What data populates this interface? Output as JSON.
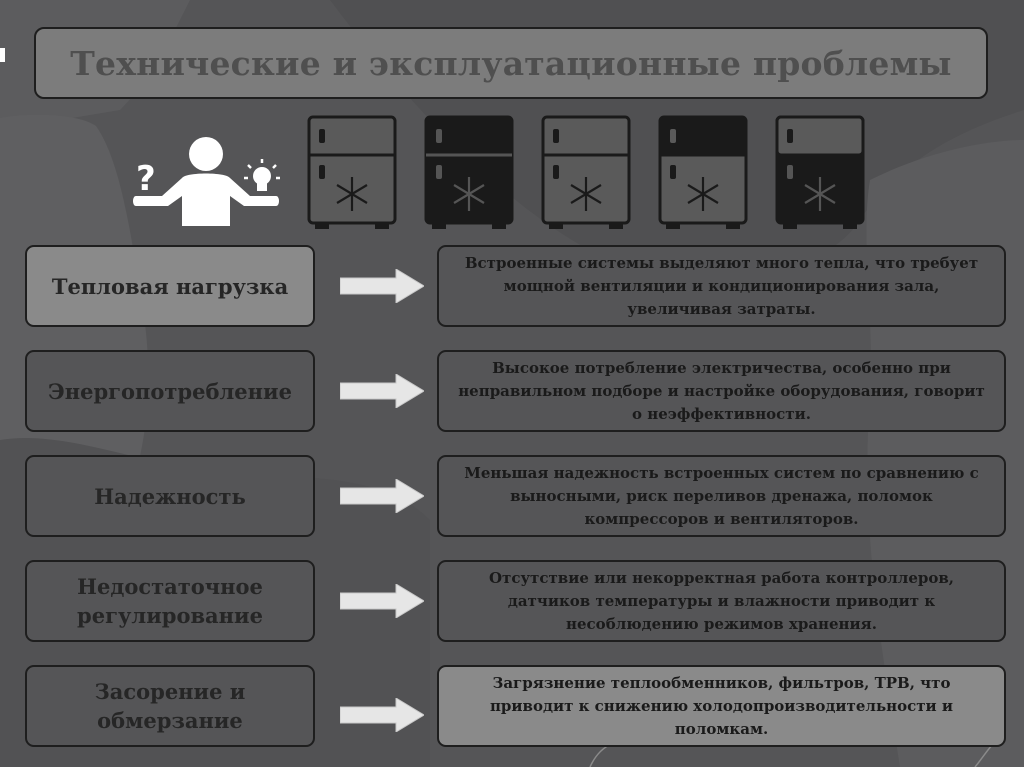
{
  "title": "Технические и эксплуатационные проблемы",
  "icons": {
    "person": "person-thinking-icon",
    "question": "question-mark-icon",
    "idea": "lightbulb-icon",
    "fridges": [
      "refrigerator-icon",
      "refrigerator-icon",
      "refrigerator-icon",
      "refrigerator-icon",
      "refrigerator-icon"
    ],
    "arrow": "right-arrow-icon"
  },
  "colors": {
    "background": "#555557",
    "title_box": "#7c7c7c",
    "highlight_box": "#8a8a8a",
    "box": "#555557",
    "border": "#1e1e1e",
    "arrow": "#e6e6e6"
  },
  "rows": [
    {
      "problem": "Тепловая нагрузка",
      "description": "Встроенные системы выделяют много тепла, что требует мощной вентиляции и кондиционирования зала, увеличивая затраты."
    },
    {
      "problem": "Энергопотребление",
      "description": "Высокое потребление электричества, особенно при неправильном подборе и настройке оборудования, говорит о неэффективности."
    },
    {
      "problem": "Надежность",
      "description": "Меньшая надежность встроенных систем по сравнению с выносными, риск переливов дренажа, поломок компрессоров и вентиляторов."
    },
    {
      "problem": "Недостаточное\nрегулирование",
      "description": "Отсутствие или некорректная работа контроллеров, датчиков температуры и влажности приводит к несоблюдению режимов хранения."
    },
    {
      "problem": "Засорение и\nобмерзание",
      "description": "Загрязнение теплообменников, фильтров, ТРВ, что приводит к снижению холодопроизводительности и поломкам."
    }
  ]
}
